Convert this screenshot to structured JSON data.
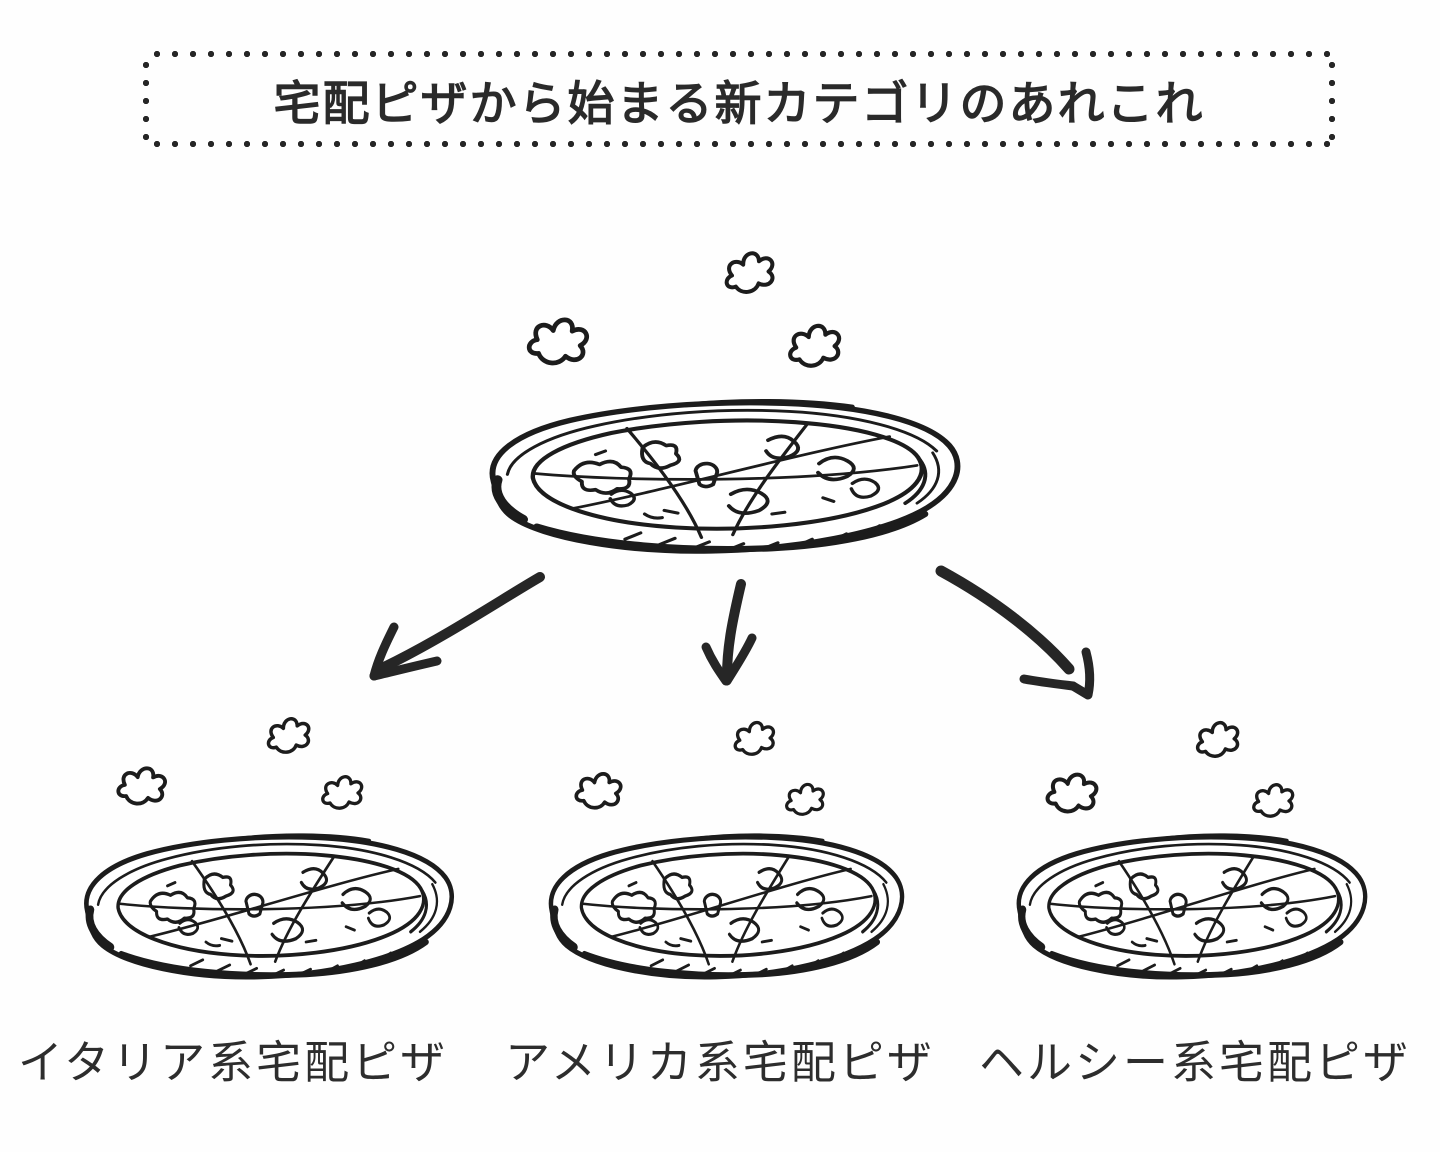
{
  "title": "宅配ピザから始まる新カテゴリのあれこれ",
  "root_node": {
    "icon": "pizza-illustration",
    "decoration_icons": [
      "steam-sparkle-icon",
      "steam-sparkle-icon",
      "steam-sparkle-icon"
    ]
  },
  "connectors": [
    {
      "icon": "arrow-down-left-icon"
    },
    {
      "icon": "arrow-down-icon"
    },
    {
      "icon": "arrow-down-right-icon"
    }
  ],
  "categories": [
    {
      "id": "italian",
      "label": "イタリア系宅配ピザ",
      "icon": "pizza-illustration"
    },
    {
      "id": "american",
      "label": "アメリカ系宅配ピザ",
      "icon": "pizza-illustration"
    },
    {
      "id": "healthy",
      "label": "ヘルシー系宅配ピザ",
      "icon": "pizza-illustration"
    }
  ],
  "colors": {
    "ink": "#1f1f1f",
    "background": "#fefefe"
  }
}
